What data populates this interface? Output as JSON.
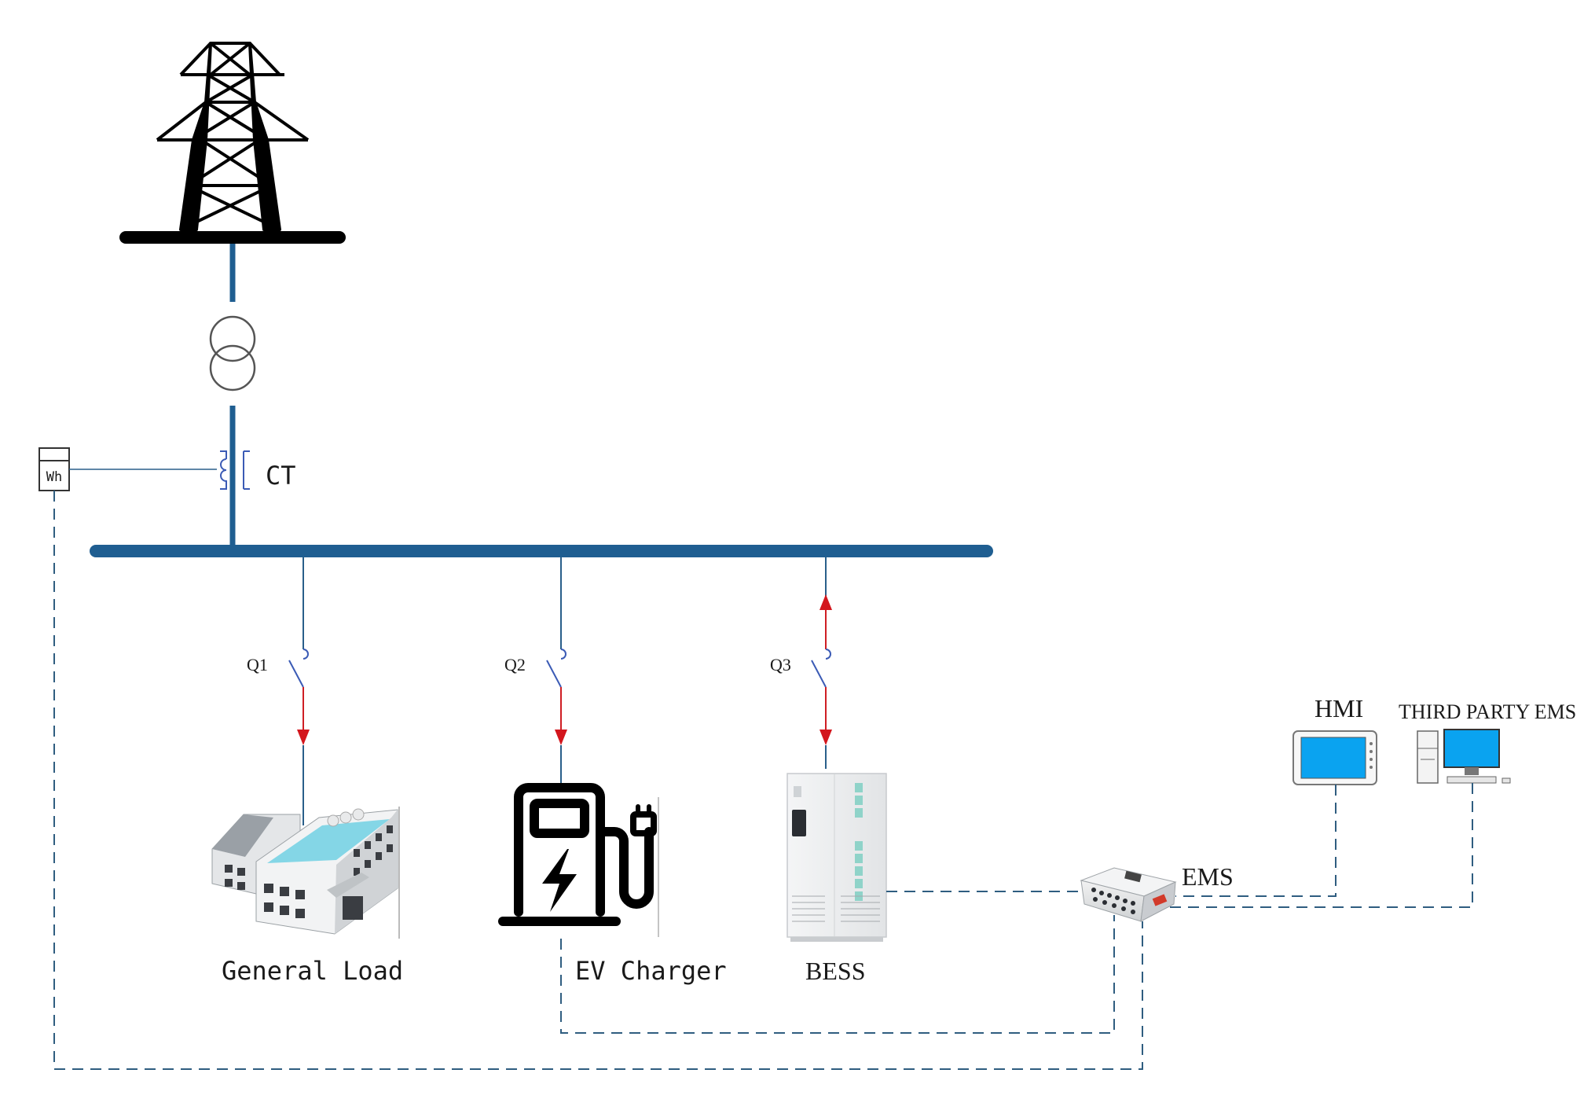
{
  "labels": {
    "ct": "CT",
    "meter": "Wh",
    "q1": "Q1",
    "q2": "Q2",
    "q3": "Q3",
    "general_load": "General Load",
    "ev_charger": "EV Charger",
    "bess": "BESS",
    "ems": "EMS",
    "hmi": "HMI",
    "third_party_ems": "THIRD PARTY EMS"
  },
  "colors": {
    "bus": "#1f5e91",
    "thin_line": "#2a5f8a",
    "dash": "#2f5d80",
    "arrow": "#d3161d",
    "tower": "#000000",
    "screen": "#0aa3f0"
  },
  "icons": {
    "grid": "transmission-tower-icon",
    "transformer": "transformer-icon",
    "meter": "energy-meter-icon",
    "load": "building-icon",
    "charger": "ev-charger-icon",
    "battery": "battery-cabinet-icon",
    "controller": "ems-controller-icon",
    "hmi": "touch-panel-icon",
    "pc": "desktop-computer-icon"
  }
}
